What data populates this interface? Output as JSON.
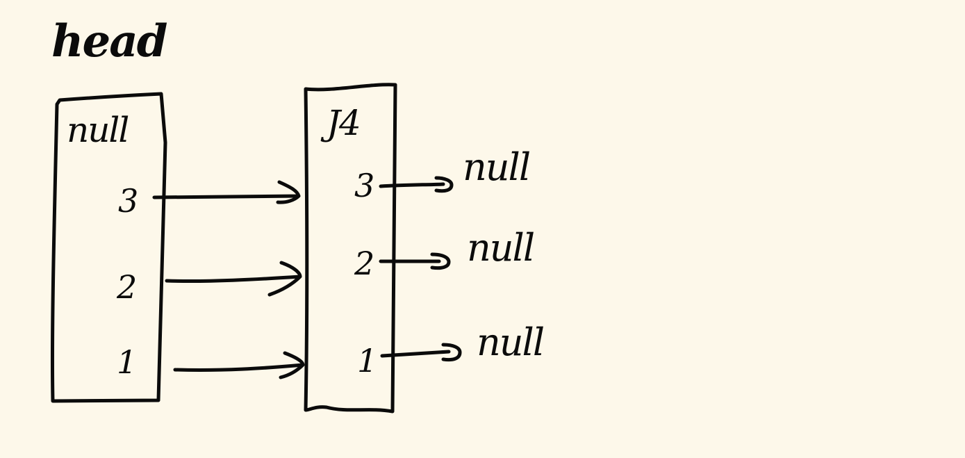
{
  "title": "head",
  "head_node": {
    "value": "null",
    "levels": [
      "3",
      "2",
      "1"
    ]
  },
  "next_node": {
    "value": "J4",
    "levels": [
      "3",
      "2",
      "1"
    ]
  },
  "tails": [
    "null",
    "null",
    "null"
  ],
  "colors": {
    "background": "#fdf8ea",
    "ink": "#0b0b0b"
  }
}
